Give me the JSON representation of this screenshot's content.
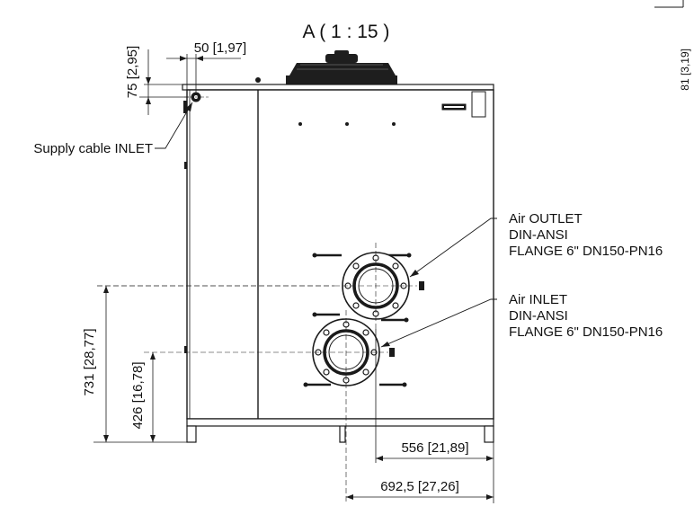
{
  "view": {
    "title": "A ( 1 : 15 )"
  },
  "dimensions": {
    "top_offset": "75 [2,95]",
    "side_offset": "50 [1,97]",
    "outlet_height": "731 [28,77]",
    "inlet_height": "426 [16,78]",
    "outlet_horizontal": "556 [21,89]",
    "inlet_horizontal": "692,5 [27,26]",
    "right_edge_partial": "81 [3,19]"
  },
  "callouts": {
    "supply_cable": "Supply cable INLET",
    "air_outlet": {
      "line1": "Air OUTLET",
      "line2": "DIN-ANSI",
      "line3": "FLANGE 6\" DN150-PN16"
    },
    "air_inlet": {
      "line1": "Air INLET",
      "line2": "DIN-ANSI",
      "line3": "FLANGE 6\" DN150-PN16"
    }
  },
  "colors": {
    "line": "#1a1a1a",
    "fill": "#ffffff",
    "fan": "#1e1e1e"
  }
}
